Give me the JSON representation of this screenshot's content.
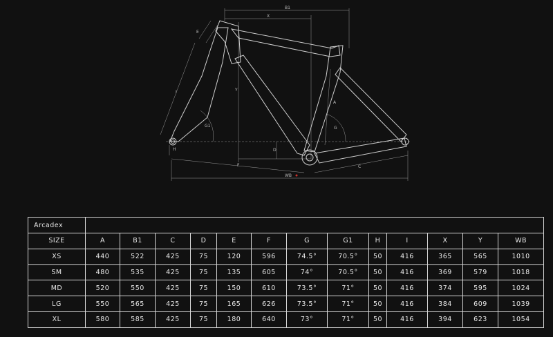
{
  "diagram": {
    "labels": {
      "b1": "B1",
      "x": "X",
      "e": "E",
      "i": "I",
      "y": "Y",
      "a": "A",
      "g1": "G1",
      "g": "G",
      "d": "D",
      "h": "H",
      "f": "F",
      "c": "C",
      "wb": "WB"
    },
    "colors": {
      "line": "#cfcfcf",
      "dim": "#9a9a9a",
      "accent": "#d0312d"
    }
  },
  "table": {
    "model": "Arcadex",
    "headers": [
      "SIZE",
      "A",
      "B1",
      "C",
      "D",
      "E",
      "F",
      "G",
      "G1",
      "H",
      "I",
      "X",
      "Y",
      "WB"
    ],
    "rows": [
      [
        "XS",
        "440",
        "522",
        "425",
        "75",
        "120",
        "596",
        "74.5°",
        "70.5°",
        "50",
        "416",
        "365",
        "565",
        "1010"
      ],
      [
        "SM",
        "480",
        "535",
        "425",
        "75",
        "135",
        "605",
        "74°",
        "70.5°",
        "50",
        "416",
        "369",
        "579",
        "1018"
      ],
      [
        "MD",
        "520",
        "550",
        "425",
        "75",
        "150",
        "610",
        "73.5°",
        "71°",
        "50",
        "416",
        "374",
        "595",
        "1024"
      ],
      [
        "LG",
        "550",
        "565",
        "425",
        "75",
        "165",
        "626",
        "73.5°",
        "71°",
        "50",
        "416",
        "384",
        "609",
        "1039"
      ],
      [
        "XL",
        "580",
        "585",
        "425",
        "75",
        "180",
        "640",
        "73°",
        "71°",
        "50",
        "416",
        "394",
        "623",
        "1054"
      ]
    ]
  }
}
